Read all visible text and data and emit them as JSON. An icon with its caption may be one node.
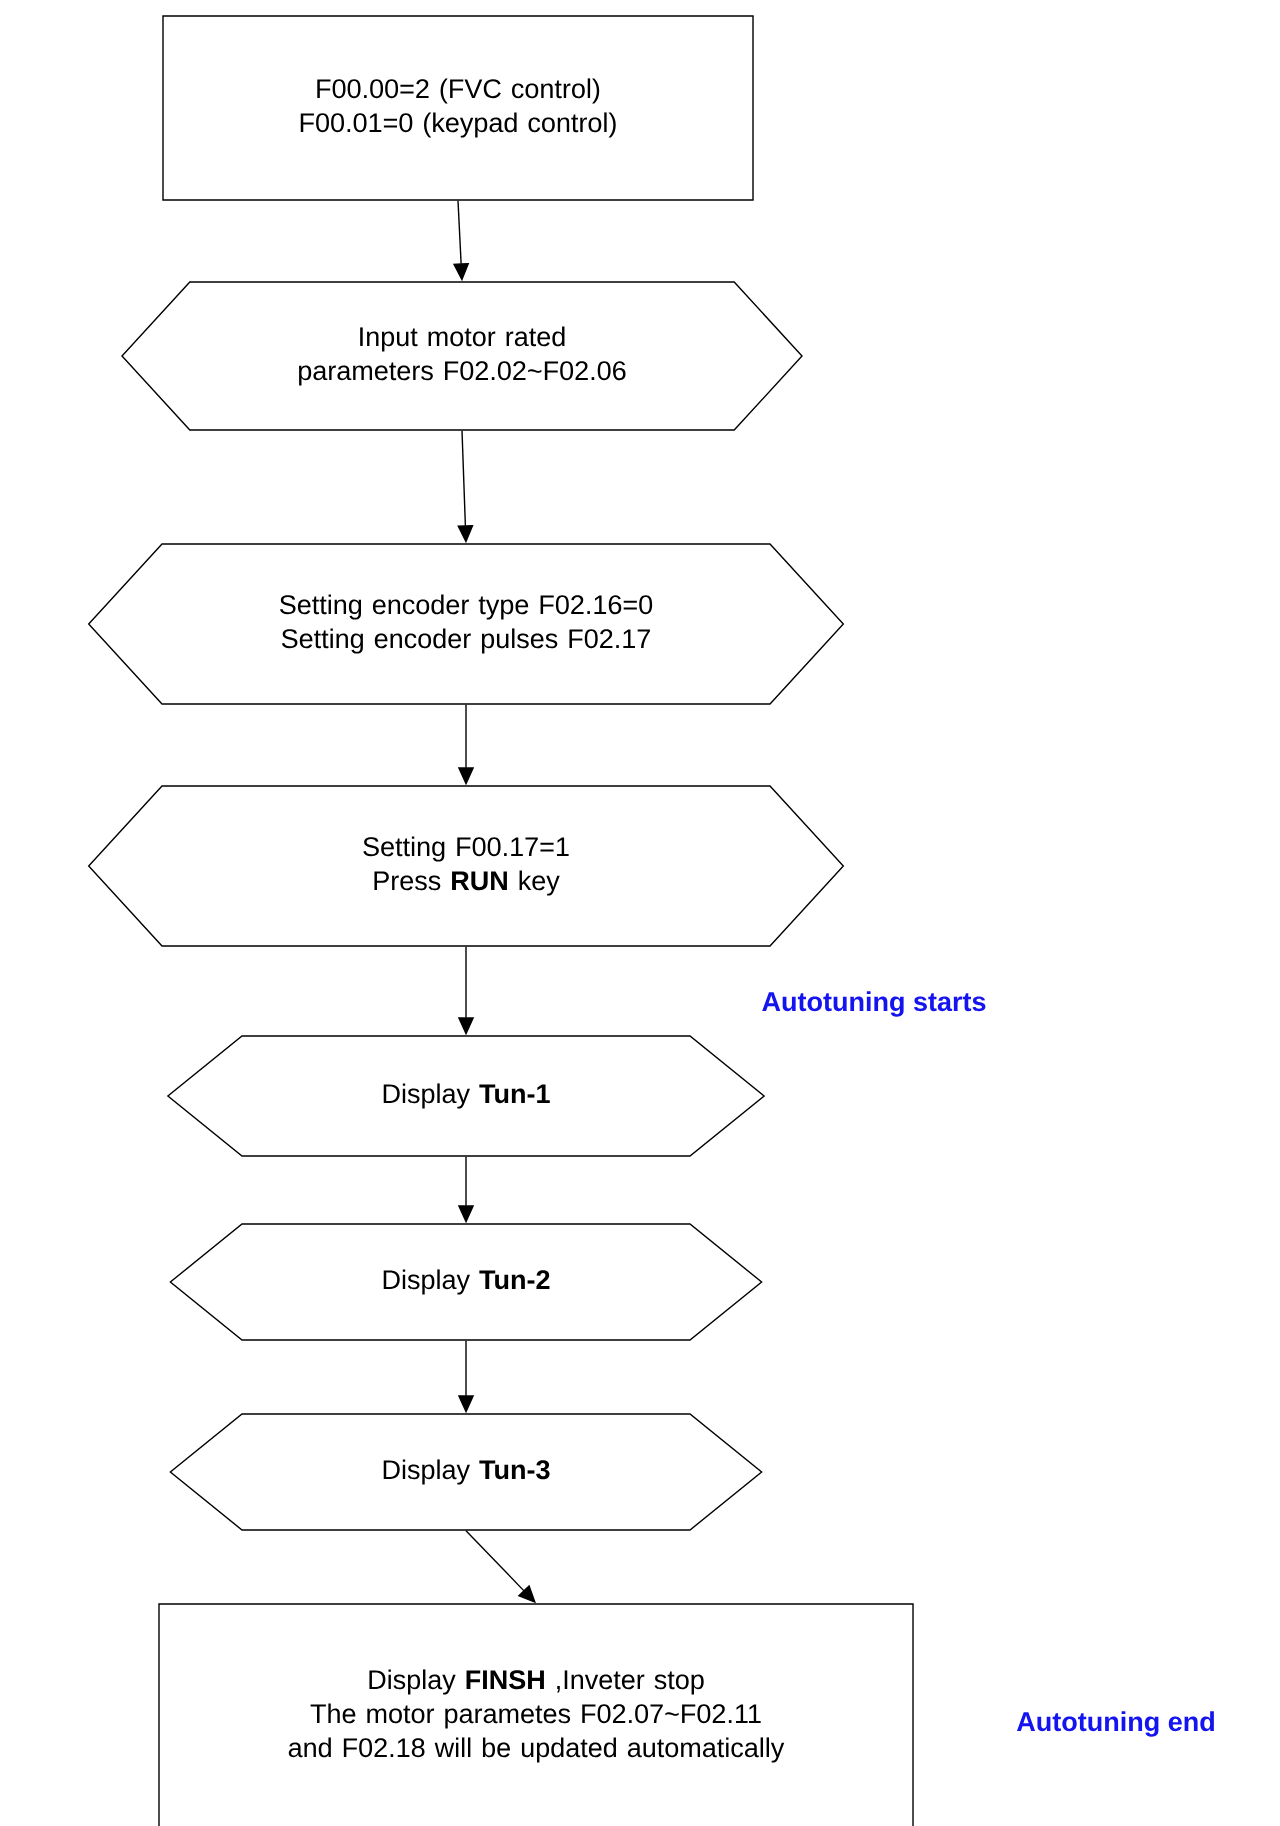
{
  "diagram": {
    "nodes": [
      {
        "text": [
          "F00.00=2 (FVC control)",
          "F00.01=0 (keypad control)"
        ]
      },
      {
        "text": [
          "Input motor rated parameters F02.02~F02.06"
        ]
      },
      {
        "text": [
          "Setting encoder type F02.16=0",
          "Setting encoder pulses F02.17"
        ]
      },
      {
        "text": [
          "Setting F00.17=1",
          "Press **RUN** key"
        ]
      },
      {
        "text": [
          "Display **Tun-1**"
        ]
      },
      {
        "text": [
          "Display **Tun-2**"
        ]
      },
      {
        "text": [
          "Display **Tun-3**"
        ]
      },
      {
        "text": [
          "Display **FINSH** ,Inveter stop",
          "The motor parametes F02.07~F02.11 and F02.18 will be updated automatically"
        ]
      }
    ],
    "edges": [
      {
        "from": 0,
        "to": 1,
        "arrow": "to"
      },
      {
        "from": 1,
        "to": 2,
        "arrow": "to"
      },
      {
        "from": 2,
        "to": 3,
        "arrow": "to"
      },
      {
        "from": 3,
        "to": 4,
        "arrow": "to"
      },
      {
        "from": 4,
        "to": 5,
        "arrow": "to"
      },
      {
        "from": 5,
        "to": 6,
        "arrow": "to"
      },
      {
        "from": 6,
        "to": 7,
        "arrow": "to"
      }
    ],
    "labels": [
      "Autotuning starts",
      "Autotuning end"
    ]
  }
}
